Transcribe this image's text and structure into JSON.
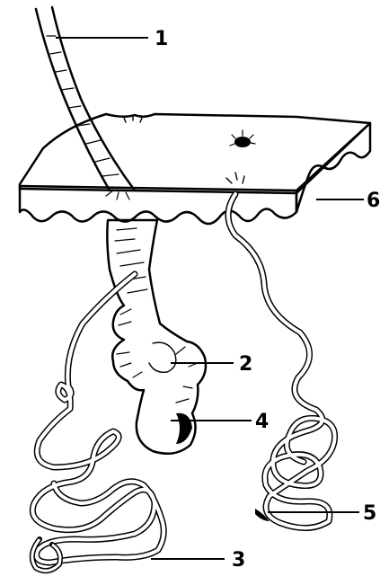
{
  "diagram": {
    "labels": [
      {
        "id": "label-1",
        "text": "1"
      },
      {
        "id": "label-2",
        "text": "2"
      },
      {
        "id": "label-3",
        "text": "3"
      },
      {
        "id": "label-4",
        "text": "4"
      },
      {
        "id": "label-5",
        "text": "5"
      },
      {
        "id": "label-6",
        "text": "6"
      }
    ]
  }
}
